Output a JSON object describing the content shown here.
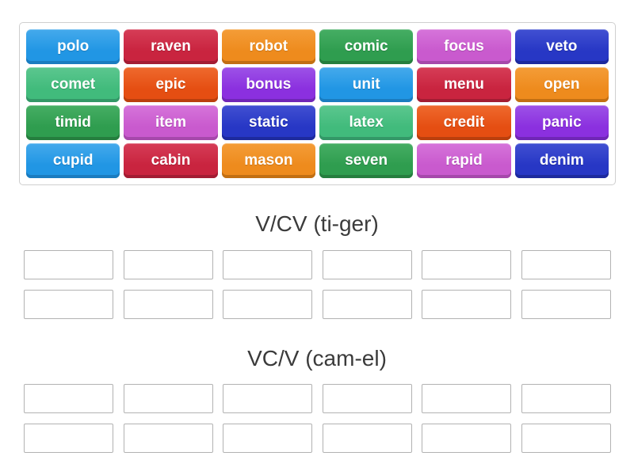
{
  "board": {
    "tiles": [
      {
        "label": "polo",
        "color": "blue"
      },
      {
        "label": "raven",
        "color": "crimson"
      },
      {
        "label": "robot",
        "color": "orange"
      },
      {
        "label": "comic",
        "color": "green"
      },
      {
        "label": "focus",
        "color": "orchid"
      },
      {
        "label": "veto",
        "color": "darkblue"
      },
      {
        "label": "comet",
        "color": "seagreen"
      },
      {
        "label": "epic",
        "color": "vermilion"
      },
      {
        "label": "bonus",
        "color": "purple"
      },
      {
        "label": "unit",
        "color": "blue"
      },
      {
        "label": "menu",
        "color": "crimson"
      },
      {
        "label": "open",
        "color": "orange"
      },
      {
        "label": "timid",
        "color": "green"
      },
      {
        "label": "item",
        "color": "orchid"
      },
      {
        "label": "static",
        "color": "darkblue"
      },
      {
        "label": "latex",
        "color": "seagreen"
      },
      {
        "label": "credit",
        "color": "vermilion"
      },
      {
        "label": "panic",
        "color": "purple"
      },
      {
        "label": "cupid",
        "color": "blue"
      },
      {
        "label": "cabin",
        "color": "crimson"
      },
      {
        "label": "mason",
        "color": "orange"
      },
      {
        "label": "seven",
        "color": "green"
      },
      {
        "label": "rapid",
        "color": "orchid"
      },
      {
        "label": "denim",
        "color": "darkblue"
      }
    ]
  },
  "tile_colors": {
    "blue": {
      "top": "#45aaec",
      "body": "#2196e4",
      "lip": "#1a7cc0"
    },
    "crimson": {
      "top": "#d63d57",
      "body": "#c9243f",
      "lip": "#a31c33"
    },
    "orange": {
      "top": "#f49d38",
      "body": "#ee8b1d",
      "lip": "#c26f12"
    },
    "green": {
      "top": "#46ae64",
      "body": "#2f9d4f",
      "lip": "#257e3e"
    },
    "orchid": {
      "top": "#d674da",
      "body": "#c95ace",
      "lip": "#a648ab"
    },
    "darkblue": {
      "top": "#4150d2",
      "body": "#2737c5",
      "lip": "#1d2a9e"
    },
    "seagreen": {
      "top": "#5cc78f",
      "body": "#41bb7c",
      "lip": "#339867"
    },
    "vermilion": {
      "top": "#ef6a2e",
      "body": "#e54e12",
      "lip": "#ba3f0d"
    },
    "purple": {
      "top": "#9d52e7",
      "body": "#8b30df",
      "lip": "#7026b6"
    }
  },
  "groups": [
    {
      "title": "V/CV (ti-ger)",
      "slot_count": 12
    },
    {
      "title": "VC/V (cam-el)",
      "slot_count": 12
    }
  ]
}
